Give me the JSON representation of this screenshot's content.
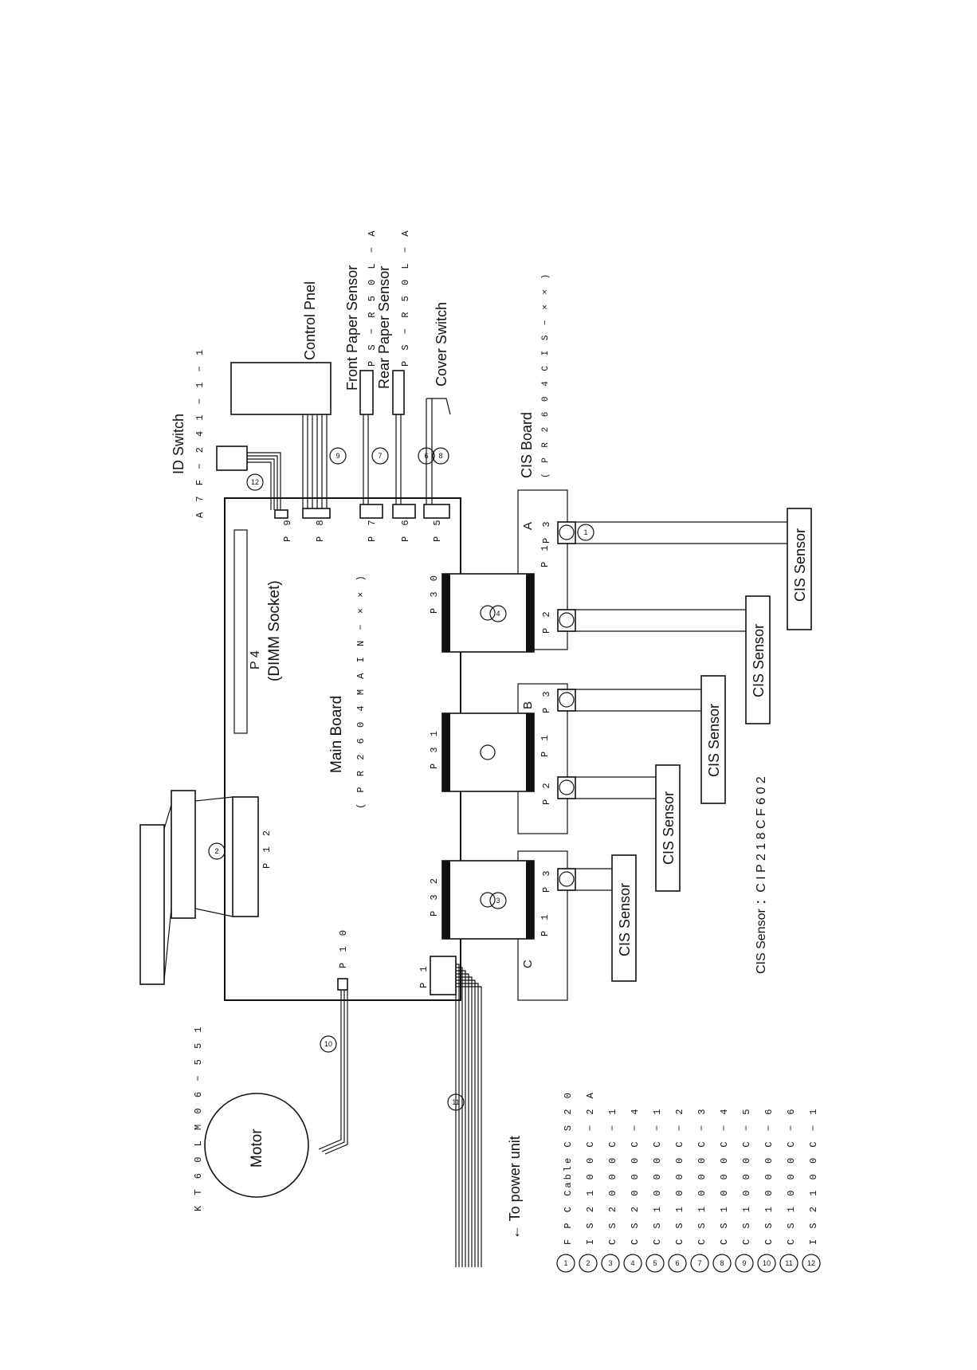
{
  "title_id_switch": "ID Switch",
  "id_switch_part": "A 7 F − 2 4 1 − 1 − 1",
  "control_panel": "Control Pnel",
  "front_paper_sensor": "Front Paper Sensor",
  "front_sensor_part": "P S − R 5 0 L − A",
  "rear_paper_sensor": "Rear Paper Sensor",
  "rear_sensor_part": "P S − R 5 0 L − A",
  "cover_switch": "Cover Switch",
  "cis_board": "CIS Board",
  "cis_board_part": "( P R 2 6 0 4 C I S − × × )",
  "main_board": "Main Board",
  "main_board_part": "( P R 2 6 0 4 M A I N − × × )",
  "dimm_socket": "(DIMM Socket)",
  "connectors": {
    "p4": "P 4",
    "p8": "P 8",
    "p9": "P 9",
    "p7": "P 7",
    "p6": "P 6",
    "p5": "P 5",
    "p30": "P 3 0",
    "p31": "P 3 1",
    "p32": "P 3 2",
    "p12": "P 1 2",
    "p10": "P 1 0",
    "p1": "P 1"
  },
  "cis_groups": {
    "a": "A",
    "b": "B",
    "c": "C"
  },
  "cis_ports": {
    "p1": "P 1",
    "p2": "P 2",
    "p3": "P 3"
  },
  "cis_sensor": "CIS Sensor",
  "cis_sensor_part": "CIS Sensor ：C I P 2 1 8 C F 6 0 2",
  "motor": "Motor",
  "motor_part": "K T 6 0 L M 0 6 − 5 5 1",
  "to_power_unit": "← To power unit",
  "cable_numbers": [
    "1",
    "2",
    "3",
    "4",
    "5",
    "6",
    "7",
    "8",
    "9",
    "10",
    "11",
    "12"
  ],
  "cable_legend": [
    {
      "num": "1",
      "name": "F P C  Cable  C S 2 0"
    },
    {
      "num": "2",
      "name": "I S 2 1 0 0 C − 2 A"
    },
    {
      "num": "3",
      "name": "C S 2 0 0 0 C − 1"
    },
    {
      "num": "4",
      "name": "C S 2 0 0 0 C − 4"
    },
    {
      "num": "5",
      "name": "C S 1 0 0 0 C − 1"
    },
    {
      "num": "6",
      "name": "C S 1 0 0 0 C − 2"
    },
    {
      "num": "7",
      "name": "C S 1 0 0 0 C − 3"
    },
    {
      "num": "8",
      "name": "C S 1 0 0 0 C − 4"
    },
    {
      "num": "9",
      "name": "C S 1 0 0 0 C − 5"
    },
    {
      "num": "10",
      "name": "C S 1 0 0 0 C − 6"
    },
    {
      "num": "11",
      "name": "C S 1 0 0 0 C − 6"
    },
    {
      "num": "12",
      "name": "I S 2 1 0 0 C − 1"
    }
  ]
}
